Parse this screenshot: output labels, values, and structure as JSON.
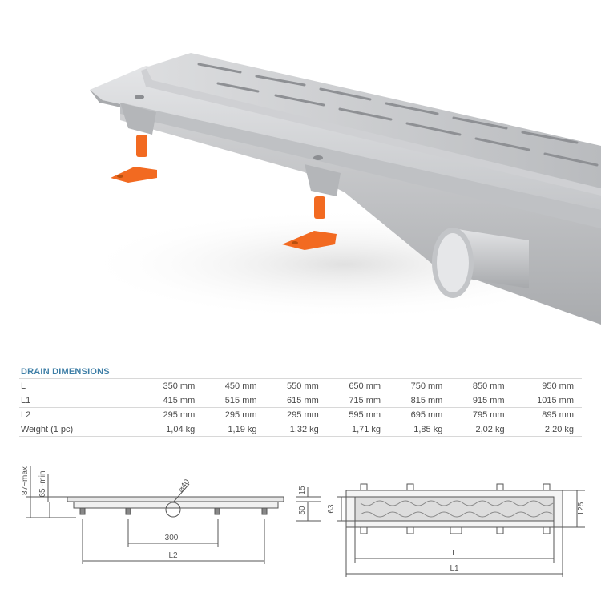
{
  "table": {
    "title": "DRAIN DIMENSIONS",
    "rows": [
      {
        "label": "L",
        "values": [
          "350 mm",
          "450 mm",
          "550 mm",
          "650 mm",
          "750 mm",
          "850 mm",
          "950 mm"
        ]
      },
      {
        "label": "L1",
        "values": [
          "415 mm",
          "515 mm",
          "615 mm",
          "715 mm",
          "815 mm",
          "915 mm",
          "1015 mm"
        ]
      },
      {
        "label": "L2",
        "values": [
          "295 mm",
          "295 mm",
          "295 mm",
          "595 mm",
          "695 mm",
          "795 mm",
          "895 mm"
        ]
      },
      {
        "label": "Weight (1 pc)",
        "values": [
          "1,04 kg",
          "1,19 kg",
          "1,32 kg",
          "1,71 kg",
          "1,85 kg",
          "2,02 kg",
          "2,20 kg"
        ]
      }
    ]
  },
  "side_view": {
    "height_max": "87~max",
    "height_min": "65~min",
    "top_dim": "15",
    "body_dim": "50",
    "outlet_dim": "⌀40",
    "foot_spacing": "300",
    "length_label": "L2"
  },
  "top_view": {
    "inner_width": "63",
    "outer_width": "125",
    "length_label": "L",
    "total_length_label": "L1"
  },
  "colors": {
    "title_blue": "#3d7ea6",
    "steel": "#c9cacc",
    "orange": "#f26a21"
  }
}
